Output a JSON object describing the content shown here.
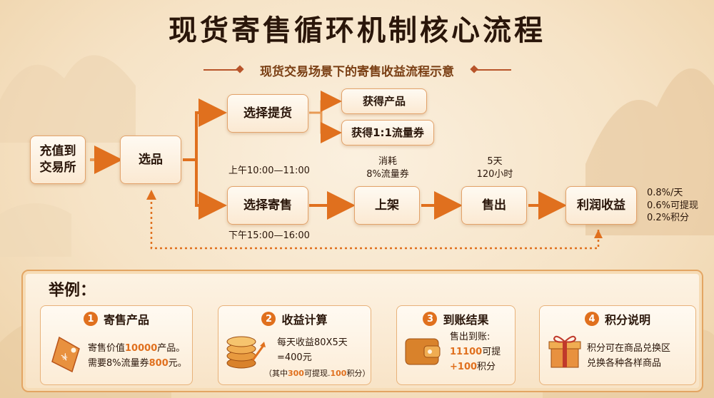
{
  "title": "现货寄售循环机制核心流程",
  "subtitle": "现货交易场景下的寄售收益流程示意",
  "flow": {
    "recharge": [
      "充值到",
      "交易所"
    ],
    "select": "选品",
    "pickup": "选择提货",
    "get_product": "获得产品",
    "get_coupon": "获得1:1流量券",
    "consign": "选择寄售",
    "time_am": "上午10:00—11:00",
    "time_pm": "下午15:00—16:00",
    "list": "上架",
    "consume_label": [
      "消耗",
      "8%流量券"
    ],
    "sold": "售出",
    "days_label": [
      "5天",
      "120小时"
    ],
    "profit": "利润收益",
    "profit_notes": [
      "0.8%/天",
      "0.6%可提现",
      "0.2%积分"
    ]
  },
  "example": {
    "title": "举例：",
    "cards": [
      {
        "num": "1",
        "title": "寄售产品",
        "icon": "price-tag-icon",
        "line1_a": "寄售价值",
        "line1_b": "10000",
        "line1_c": "产品。",
        "line2_a": "需要8%流量券",
        "line2_b": "800",
        "line2_c": "元。"
      },
      {
        "num": "2",
        "title": "收益计算",
        "icon": "coin-stack-icon",
        "line1": "每天收益80X5天",
        "line2": "=400元",
        "note_a": "（其中",
        "note_b": "300",
        "note_c": "可提现.",
        "note_d": "100",
        "note_e": "积分）"
      },
      {
        "num": "3",
        "title": "到账结果",
        "icon": "wallet-icon",
        "line1": "售出到账:",
        "line2_a": "11100",
        "line2_b": "可提",
        "line3_a": "+100",
        "line3_b": "积分"
      },
      {
        "num": "4",
        "title": "积分说明",
        "icon": "gift-icon",
        "line1": "积分可在商品兑换区",
        "line2": "兑换各种各样商品"
      }
    ]
  },
  "colors": {
    "accent": "#e0701e",
    "border": "#e2a26a",
    "title": "#2a160a"
  }
}
